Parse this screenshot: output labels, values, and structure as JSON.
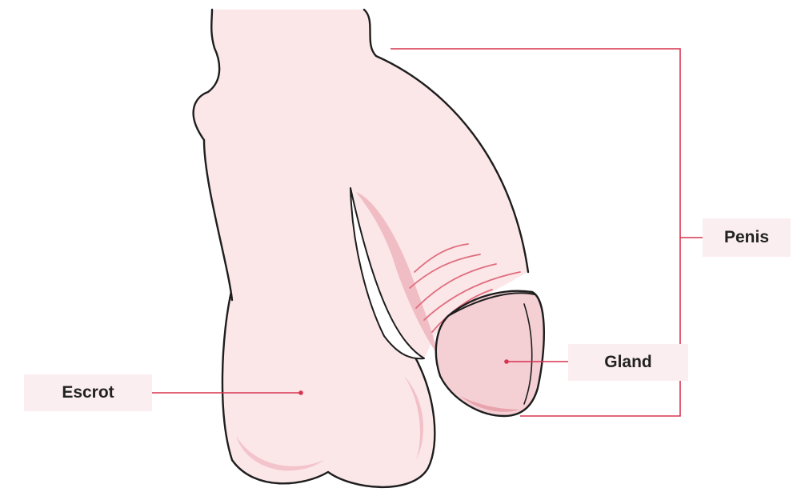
{
  "labels": {
    "penis": "Penis",
    "gland": "Gland",
    "escrot": "Escrot"
  },
  "colors": {
    "skin_fill": "#fbe6e8",
    "glans_fill": "#f4cfd4",
    "shadow": "#efb5bd",
    "outline": "#1e1e1e",
    "leader_line": "#d8344f",
    "label_background": "#fbeef0"
  }
}
